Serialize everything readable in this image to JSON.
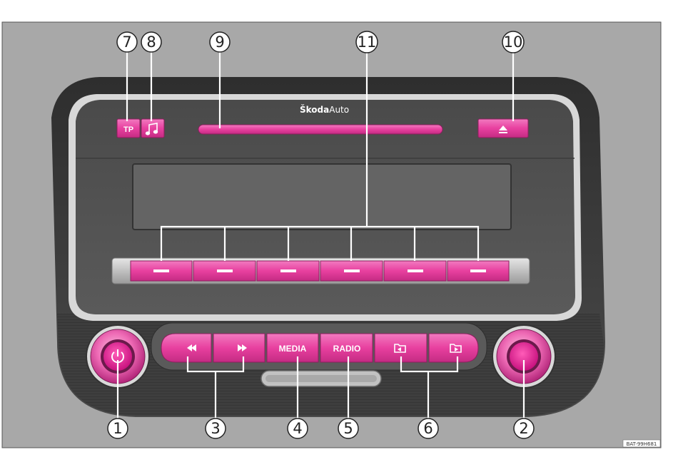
{
  "brand": {
    "bold": "Škoda",
    "regular": "Auto"
  },
  "buttons": {
    "tp": "TP",
    "media": "MEDIA",
    "radio": "RADIO"
  },
  "icons": {
    "power": "power-icon",
    "note": "music-note-icon",
    "eject": "eject-icon",
    "rewind": "rewind-icon",
    "fast_forward": "fast-forward-icon",
    "folder_prev": "folder-back-icon",
    "folder_next": "folder-forward-icon"
  },
  "callouts": [
    "1",
    "2",
    "3",
    "4",
    "5",
    "6",
    "7",
    "8",
    "9",
    "10",
    "11"
  ],
  "reference_code": "BAT-99H681",
  "colors": {
    "accent": "#e8409f",
    "accent_dark": "#b8287a",
    "panel_dark": "#3b3b3b",
    "panel_mid": "#5e5e5e",
    "panel_light": "#c9c9c9",
    "background": "#a7a7a7"
  }
}
